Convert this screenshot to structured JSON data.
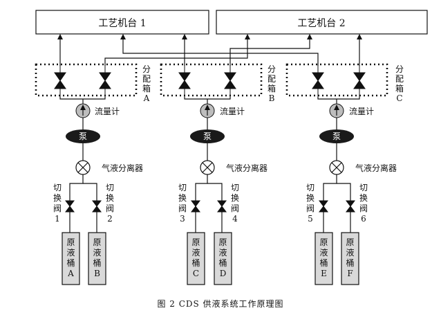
{
  "machines": [
    {
      "label": "工艺机台 1"
    },
    {
      "label": "工艺机台 2"
    }
  ],
  "boxes": [
    {
      "label": [
        "分",
        "配",
        "箱",
        "A"
      ]
    },
    {
      "label": [
        "分",
        "配",
        "箱",
        "B"
      ]
    },
    {
      "label": [
        "分",
        "配",
        "箱",
        "C"
      ]
    }
  ],
  "units": [
    {
      "flowmeter": "流量计",
      "pump": "泵",
      "separator": "气液分离器"
    },
    {
      "flowmeter": "流量计",
      "pump": "泵",
      "separator": "气液分离器"
    },
    {
      "flowmeter": "流量计",
      "pump": "泵",
      "separator": "气液分离器"
    }
  ],
  "valves": [
    {
      "label": [
        "切",
        "换",
        "阀",
        "1"
      ]
    },
    {
      "label": [
        "切",
        "换",
        "阀",
        "2"
      ]
    },
    {
      "label": [
        "切",
        "换",
        "阀",
        "3"
      ]
    },
    {
      "label": [
        "切",
        "换",
        "阀",
        "4"
      ]
    },
    {
      "label": [
        "切",
        "换",
        "阀",
        "5"
      ]
    },
    {
      "label": [
        "切",
        "换",
        "阀",
        "6"
      ]
    }
  ],
  "barrels": [
    {
      "label": [
        "原",
        "液",
        "桶",
        "A"
      ]
    },
    {
      "label": [
        "原",
        "液",
        "桶",
        "B"
      ]
    },
    {
      "label": [
        "原",
        "液",
        "桶",
        "C"
      ]
    },
    {
      "label": [
        "原",
        "液",
        "桶",
        "D"
      ]
    },
    {
      "label": [
        "原",
        "液",
        "桶",
        "E"
      ]
    },
    {
      "label": [
        "原",
        "液",
        "桶",
        "F"
      ]
    }
  ],
  "caption": "图 2  CDS 供液系统工作原理图",
  "colors": {
    "line": "#111111",
    "pump": "#1a1a1a",
    "flowmeter": "#bdbdbd",
    "barrel": "#d9d9d9"
  }
}
